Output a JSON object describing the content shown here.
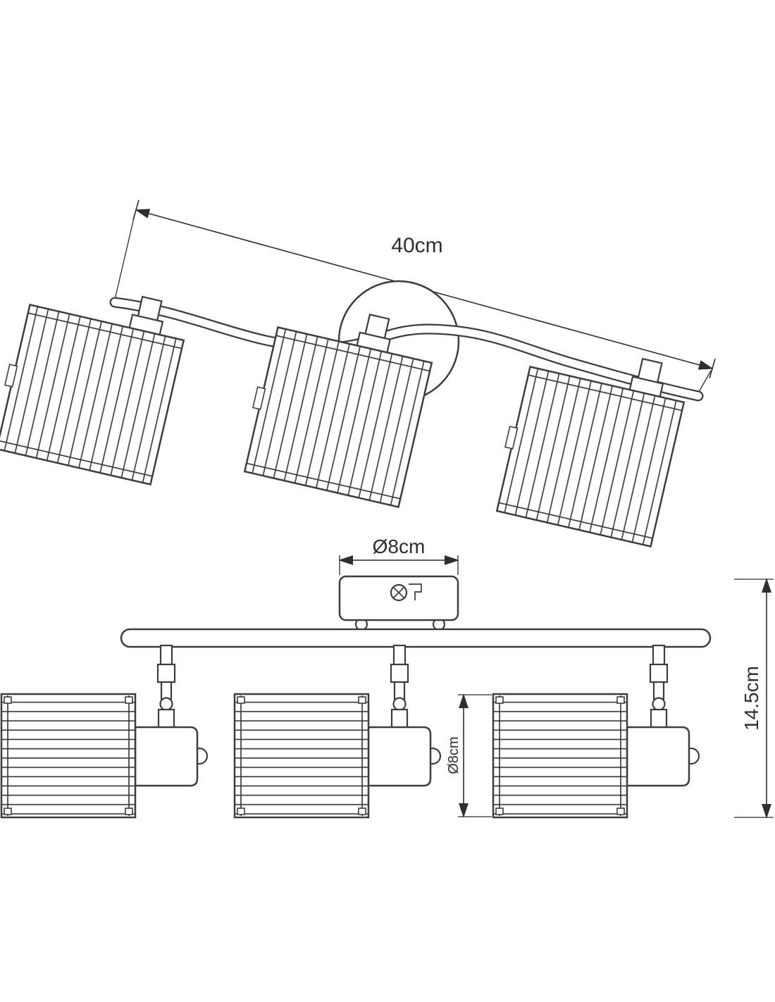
{
  "drawing": {
    "background_color": "#ffffff",
    "line_color": "#3d3d3d",
    "dimension_color": "#2e2e2e"
  },
  "dimensions": {
    "overall_width": "40cm",
    "canopy_diameter": "Ø8cm",
    "fixture_height": "14.5cm",
    "shade_diameter": "Ø8cm"
  }
}
